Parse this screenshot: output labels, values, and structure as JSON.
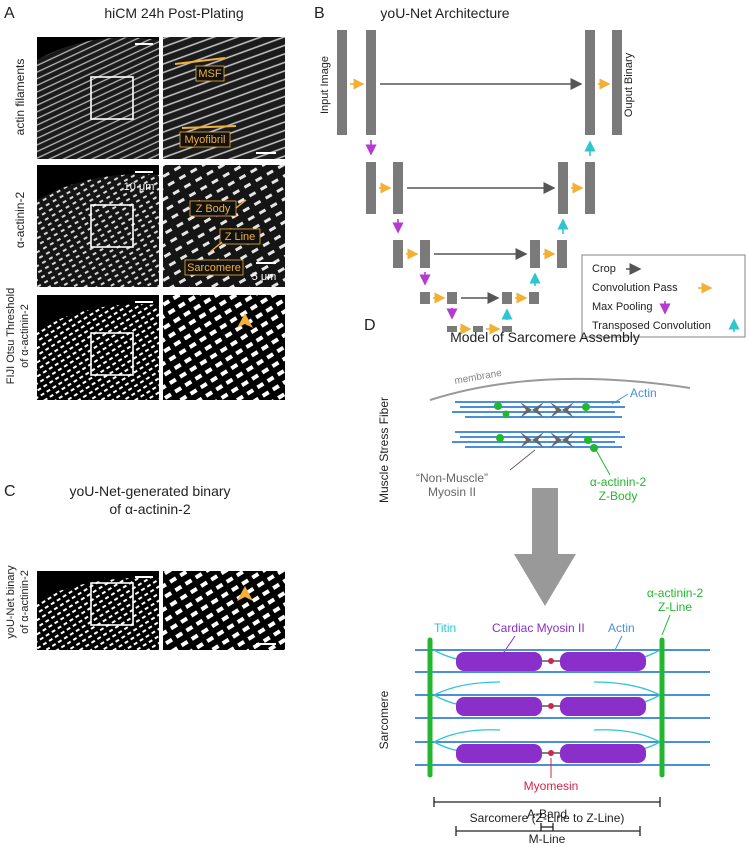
{
  "panel_a": {
    "letter": "A",
    "title": "hiCM 24h Post-Plating",
    "row_labels": [
      "actin filaments",
      "α-actinin-2",
      "FIJI Otsu Threshold",
      "of α-actinin-2"
    ],
    "annotations": {
      "msf": "MSF",
      "myofibril": "Myofibril",
      "z_body": "Z Body",
      "z_line": "Z Line",
      "sarcomere": "Sarcomere"
    },
    "scale_10": "10 μm",
    "scale_5": "5 μm"
  },
  "panel_b": {
    "letter": "B",
    "title": "yoU-Net Architecture",
    "input_label": "Input Image",
    "output_label": "Ouput Binary",
    "legend": [
      "Crop",
      "Convolution Pass",
      "Max Pooling",
      "Transposed Convolution"
    ]
  },
  "panel_c": {
    "letter": "C",
    "title_line1": "yoU-Net-generated binary",
    "title_line2": "of α-actinin-2",
    "row_label_1": "yoU-Net binary",
    "row_label_2": "of α-actinin-2"
  },
  "panel_d": {
    "letter": "D",
    "title": "Model of Sarcomere Assembly",
    "membrane": "membrane",
    "actin_top": "Actin",
    "nm_myosin_1": "“Non-Muscle”",
    "nm_myosin_2": "Myosin II",
    "zbody_1": "α-actinin-2",
    "zbody_2": "Z-Body",
    "side_msf": "Muscle Stress Fiber",
    "zline_1": "α-actinin-2",
    "zline_2": "Z-Line",
    "titin": "Titin",
    "cardiac_myosin": "Cardiac Myosin II",
    "actin_bottom": "Actin",
    "side_sarcomere": "Sarcomere",
    "myomesin": "Myomesin",
    "sarcomere_span": "Sarcomere (Z-Line to Z-Line)",
    "a_band": "A-Band",
    "m_line": "M-Line"
  },
  "colors": {
    "yellow": "#f2b134",
    "magenta": "#b43bd0",
    "cyan": "#2fc5cf",
    "gray_block": "#7a7a7a",
    "actin_blue": "#4a8fd9",
    "z_green": "#23b72f",
    "myosin_purple": "#8a2fc9",
    "myomesin_red": "#d0264d"
  }
}
